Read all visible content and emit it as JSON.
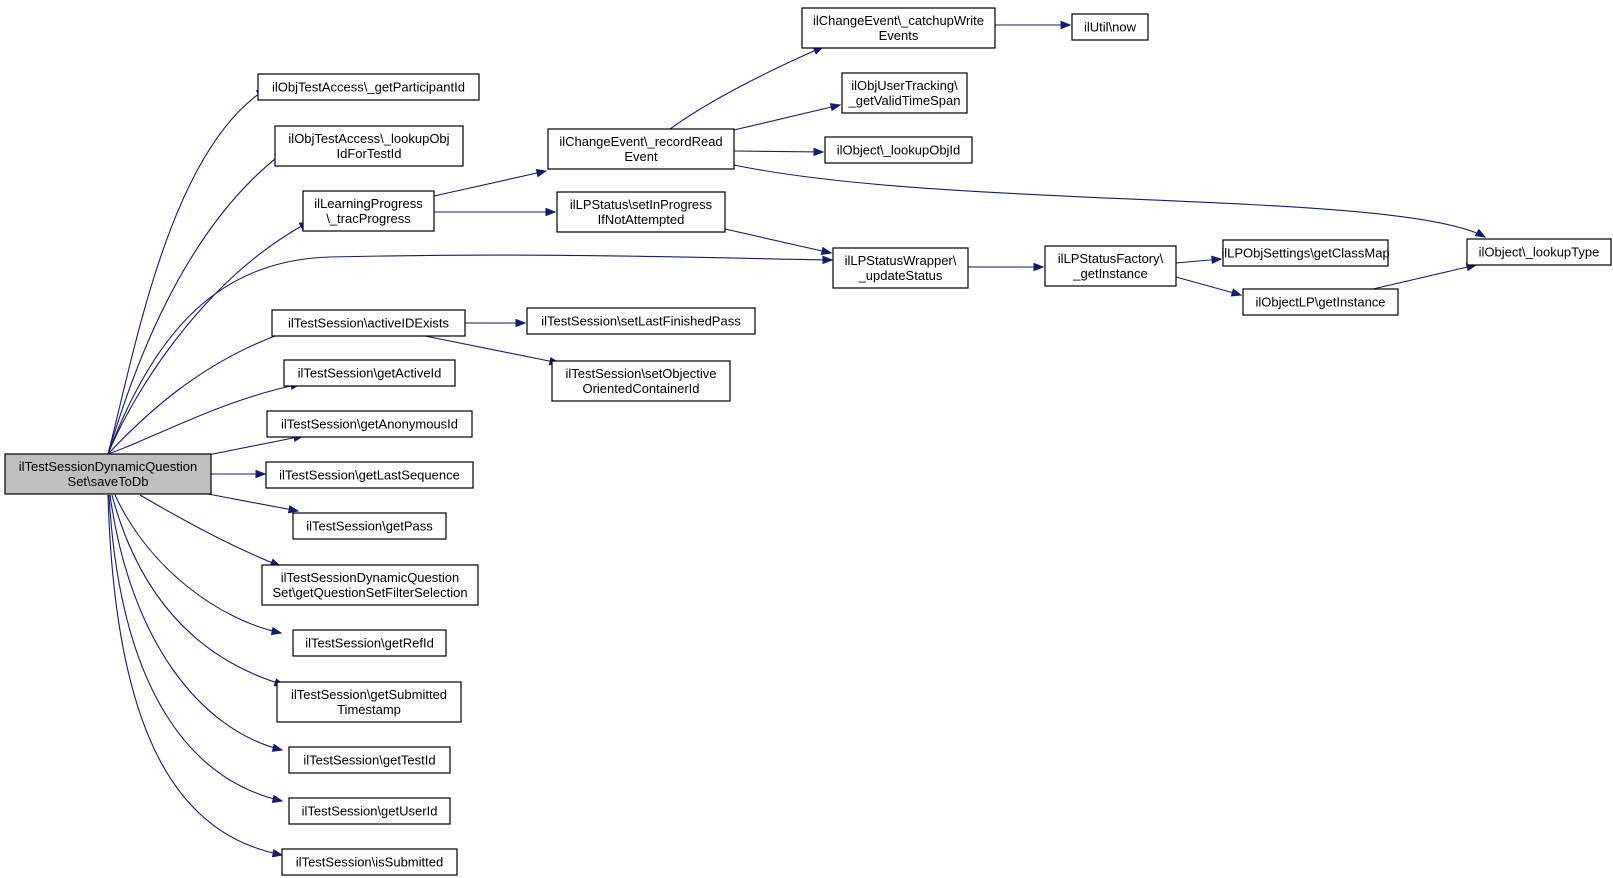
{
  "colors": {
    "edge": "#191970",
    "root_fill": "#bfbfbf",
    "node_fill": "#ffffff",
    "border": "#000000"
  },
  "nodes": [
    {
      "id": "root",
      "lines": [
        "ilTestSessionDynamicQuestion",
        "Set\\saveToDb"
      ]
    },
    {
      "id": "getParticipantId",
      "lines": [
        "ilObjTestAccess\\_getParticipantId"
      ]
    },
    {
      "id": "lookupObjIdForTestId",
      "lines": [
        "ilObjTestAccess\\_lookupObj",
        "IdForTestId"
      ]
    },
    {
      "id": "tracProgress",
      "lines": [
        "ilLearningProgress",
        "\\_tracProgress"
      ]
    },
    {
      "id": "activeIDExists",
      "lines": [
        "ilTestSession\\activeIDExists"
      ]
    },
    {
      "id": "getActiveId",
      "lines": [
        "ilTestSession\\getActiveId"
      ]
    },
    {
      "id": "getAnonymousId",
      "lines": [
        "ilTestSession\\getAnonymousId"
      ]
    },
    {
      "id": "getLastSequence",
      "lines": [
        "ilTestSession\\getLastSequence"
      ]
    },
    {
      "id": "getPass",
      "lines": [
        "ilTestSession\\getPass"
      ]
    },
    {
      "id": "getQuestionSetFilterSelection",
      "lines": [
        "ilTestSessionDynamicQuestion",
        "Set\\getQuestionSetFilterSelection"
      ]
    },
    {
      "id": "getRefId",
      "lines": [
        "ilTestSession\\getRefId"
      ]
    },
    {
      "id": "getSubmittedTimestamp",
      "lines": [
        "ilTestSession\\getSubmitted",
        "Timestamp"
      ]
    },
    {
      "id": "getTestId",
      "lines": [
        "ilTestSession\\getTestId"
      ]
    },
    {
      "id": "getUserId",
      "lines": [
        "ilTestSession\\getUserId"
      ]
    },
    {
      "id": "isSubmitted",
      "lines": [
        "ilTestSession\\isSubmitted"
      ]
    },
    {
      "id": "recordReadEvent",
      "lines": [
        "ilChangeEvent\\_recordRead",
        "Event"
      ]
    },
    {
      "id": "setInProgressIfNotAttempted",
      "lines": [
        "ilLPStatus\\setInProgress",
        "IfNotAttempted"
      ]
    },
    {
      "id": "setLastFinishedPass",
      "lines": [
        "ilTestSession\\setLastFinishedPass"
      ]
    },
    {
      "id": "setObjectiveOrientedContainerId",
      "lines": [
        "ilTestSession\\setObjective",
        "OrientedContainerId"
      ]
    },
    {
      "id": "catchupWriteEvents",
      "lines": [
        "ilChangeEvent\\_catchupWrite",
        "Events"
      ]
    },
    {
      "id": "getValidTimeSpan",
      "lines": [
        "ilObjUserTracking\\",
        "_getValidTimeSpan"
      ]
    },
    {
      "id": "lookupObjId",
      "lines": [
        "ilObject\\_lookupObjId"
      ]
    },
    {
      "id": "updateStatus",
      "lines": [
        "ilLPStatusWrapper\\",
        "_updateStatus"
      ]
    },
    {
      "id": "utilNow",
      "lines": [
        "ilUtil\\now"
      ]
    },
    {
      "id": "statusFactoryGetInstance",
      "lines": [
        "ilLPStatusFactory\\",
        "_getInstance"
      ]
    },
    {
      "id": "getClassMap",
      "lines": [
        "ilLPObjSettings\\getClassMap"
      ]
    },
    {
      "id": "objectLPGetInstance",
      "lines": [
        "ilObjectLP\\getInstance"
      ]
    },
    {
      "id": "lookupType",
      "lines": [
        "ilObject\\_lookupType"
      ]
    }
  ],
  "edges": [
    [
      "root",
      "getParticipantId"
    ],
    [
      "root",
      "lookupObjIdForTestId"
    ],
    [
      "root",
      "tracProgress"
    ],
    [
      "root",
      "updateStatus"
    ],
    [
      "root",
      "activeIDExists"
    ],
    [
      "root",
      "getActiveId"
    ],
    [
      "root",
      "getAnonymousId"
    ],
    [
      "root",
      "getLastSequence"
    ],
    [
      "root",
      "getPass"
    ],
    [
      "root",
      "getQuestionSetFilterSelection"
    ],
    [
      "root",
      "getRefId"
    ],
    [
      "root",
      "getSubmittedTimestamp"
    ],
    [
      "root",
      "getTestId"
    ],
    [
      "root",
      "getUserId"
    ],
    [
      "root",
      "isSubmitted"
    ],
    [
      "tracProgress",
      "recordReadEvent"
    ],
    [
      "tracProgress",
      "setInProgressIfNotAttempted"
    ],
    [
      "recordReadEvent",
      "catchupWriteEvents"
    ],
    [
      "recordReadEvent",
      "getValidTimeSpan"
    ],
    [
      "recordReadEvent",
      "lookupObjId"
    ],
    [
      "recordReadEvent",
      "lookupType"
    ],
    [
      "catchupWriteEvents",
      "utilNow"
    ],
    [
      "setInProgressIfNotAttempted",
      "updateStatus"
    ],
    [
      "updateStatus",
      "statusFactoryGetInstance"
    ],
    [
      "statusFactoryGetInstance",
      "getClassMap"
    ],
    [
      "statusFactoryGetInstance",
      "objectLPGetInstance"
    ],
    [
      "objectLPGetInstance",
      "lookupType"
    ],
    [
      "activeIDExists",
      "setLastFinishedPass"
    ],
    [
      "activeIDExists",
      "setObjectiveOrientedContainerId"
    ]
  ]
}
